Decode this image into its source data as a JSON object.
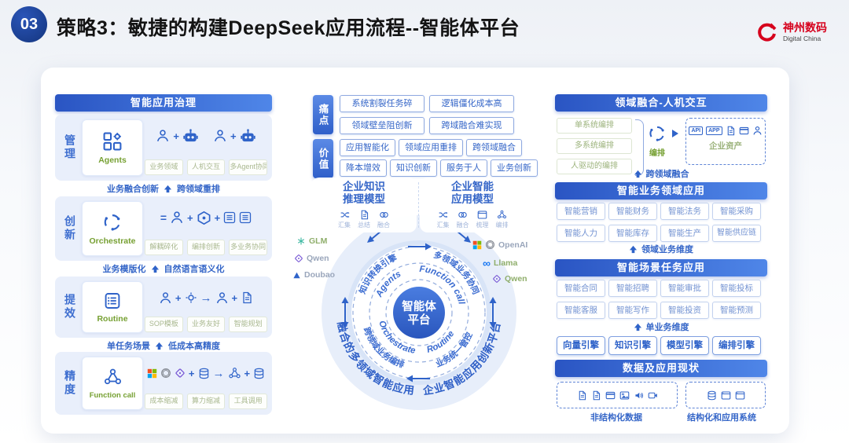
{
  "glyphs": {
    "plus": "+",
    "equals": "=",
    "arrow": "→"
  },
  "header": {
    "badge": "03",
    "title": "策略3：敏捷的构建DeepSeek应用流程--智能体平台",
    "logo": {
      "name": "神州数码",
      "sub": "Digital China"
    }
  },
  "left_panel": {
    "title": "智能应用治理",
    "rows": [
      {
        "label": "管理",
        "card": "Agents",
        "tags": [
          "业务领域",
          "人机交互",
          "多Agent协同"
        ]
      },
      {
        "label": "创新",
        "card": "Orchestrate",
        "tags": [
          "解耦碎化",
          "编排创新",
          "多业务协同"
        ]
      },
      {
        "label": "提效",
        "card": "Routine",
        "tags": [
          "SOP模板",
          "业务友好",
          "智能规划"
        ]
      },
      {
        "label": "精度",
        "card": "Function call",
        "tags": [
          "成本缩减",
          "算力缩减",
          "工具调用"
        ]
      }
    ],
    "notes": [
      {
        "left": "业务融合创新",
        "right": "跨领域重排"
      },
      {
        "left": "业务模版化",
        "right": "自然语言语义化"
      },
      {
        "left": "单任务场景",
        "right": "低成本高精度"
      }
    ]
  },
  "center": {
    "pain": {
      "label": "痛点",
      "items": [
        "系统割裂任务碎",
        "逻辑僵化成本高",
        "领域壁垒阻创新",
        "跨域融合难实现"
      ]
    },
    "value": {
      "label": "价值",
      "row1": [
        "应用智能化",
        "领域应用重排",
        "跨领域融合"
      ],
      "row2": [
        "降本增效",
        "知识创新",
        "服务于人",
        "业务创新"
      ]
    },
    "model_left": {
      "line1": "企业知识",
      "line2": "推理模型",
      "steps": [
        "汇集",
        "总结",
        "融合"
      ]
    },
    "model_right": {
      "line1": "企业智能",
      "line2": "应用模型",
      "steps": [
        "汇集",
        "融合",
        "梳理",
        "编排"
      ]
    },
    "providers_left": [
      {
        "name": "GLM"
      },
      {
        "name": "Qwen"
      },
      {
        "name": "Doubao"
      }
    ],
    "providers_right": [
      {
        "name": "OpenAI"
      },
      {
        "name": "Llama"
      },
      {
        "name": "Qwen"
      }
    ],
    "circle": {
      "center1": "智能体",
      "center2": "平台",
      "inner": [
        "Agents",
        "Function call",
        "Orchestrate",
        "Routine"
      ],
      "mid": [
        "知识转换引擎",
        "多领域业务协同",
        "跨领域业务编排",
        "业务统一管控"
      ],
      "arc_left": "融合的多领域智能应用",
      "arc_right": "企业智能应用创新平台"
    }
  },
  "right_panel": {
    "s1": {
      "title": "领域融合-人机交互",
      "inputs": [
        "单系统编排",
        "多系统编排",
        "人驱动的编排"
      ],
      "hub": "编排",
      "chips": [
        "API",
        "APP"
      ],
      "asset": "企业资产",
      "note": "跨领域融合"
    },
    "s2": {
      "title": "智能业务领域应用",
      "tags": [
        "智能营销",
        "智能财务",
        "智能法务",
        "智能采购",
        "智能人力",
        "智能库存",
        "智能生产",
        "智能供应链"
      ],
      "note": "领域业务维度"
    },
    "s3": {
      "title": "智能场景任务应用",
      "tags": [
        "智能合同",
        "智能招聘",
        "智能审批",
        "智能投标",
        "智能客服",
        "智能写作",
        "智能投资",
        "智能预测"
      ],
      "note": "单业务维度",
      "engines": [
        "向量引擎",
        "知识引擎",
        "模型引擎",
        "编排引擎"
      ]
    },
    "s4": {
      "title": "数据及应用现状",
      "left_label": "非结构化数据",
      "right_label": "结构化和应用系统"
    }
  },
  "colors": {
    "primary": "#2f63c9",
    "header_gradient_start": "#2a55c3",
    "header_gradient_end": "#4f86e8",
    "accent_green": "#76a032",
    "muted_green": "#9cb37c",
    "logo_red": "#d6001c"
  }
}
